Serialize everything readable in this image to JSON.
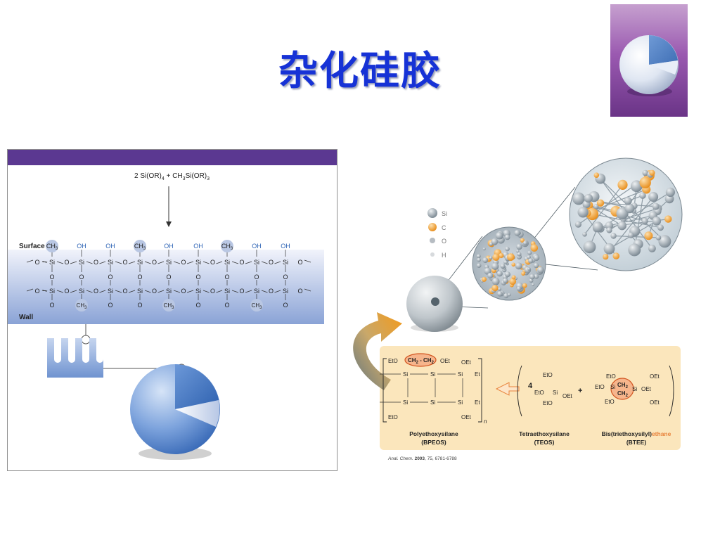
{
  "title": "杂化硅胶",
  "left_panel": {
    "reaction": {
      "part1": "2 Si(OR)",
      "sub1": "4",
      "part2": " + CH",
      "sub2": "3",
      "part3": "Si(OR)",
      "sub3": "3"
    },
    "surface_label": "Surface",
    "wall_label": "Wall",
    "oh_label": "OH",
    "ch3_label": "CH",
    "ch3_sub": "3",
    "si_label": "Si",
    "o_label": "O"
  },
  "legend": {
    "items": [
      {
        "label": "Si",
        "color": "#9aa6b0"
      },
      {
        "label": "C",
        "color": "#f4a535"
      },
      {
        "label": "O",
        "color": "#b6bcc2"
      },
      {
        "label": "H",
        "color": "#d7dadd"
      }
    ]
  },
  "formula_box": {
    "bpeos": {
      "name": "Polyethoxysilane",
      "abbr": "(BPEOS)",
      "n": "n"
    },
    "teos": {
      "name": "Tetraethoxysilane",
      "abbr": "(TEOS)",
      "coef": "4",
      "eto": "EtO",
      "oet": "OEt",
      "si": "Si"
    },
    "btee": {
      "name_prefix": "Bis(triethoxysilyl)",
      "name_suffix": "ethane",
      "abbr": "(BTEE)",
      "ch2": "CH",
      "ch2_sub": "2"
    },
    "plus": "+",
    "bridge_label": "CH",
    "bridge_sub": "2",
    "bridge_dash": " - ",
    "oet": "OEt",
    "eto": "EtO",
    "et": "Et"
  },
  "citation": {
    "prefix": "Anal. Chem. ",
    "year": "2003",
    "rest": ", 75, 6781-6788"
  },
  "colors": {
    "title": "#1632d6",
    "header_bar": "#5b3891",
    "accent_orange": "#f4a535",
    "box_fill": "#fbe6bc",
    "sphere_blue": "#6d9ad8"
  }
}
